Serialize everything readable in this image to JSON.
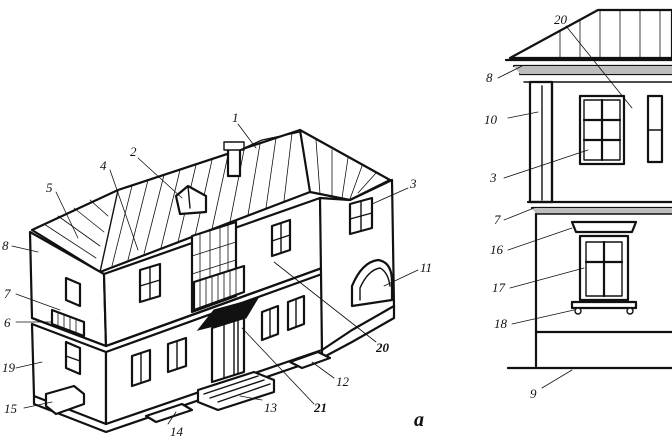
{
  "figure_letter": "а",
  "callouts": {
    "c1": "1",
    "c2": "2",
    "c3": "3",
    "c4": "4",
    "c5": "5",
    "c6": "6",
    "c7": "7",
    "c8": "8",
    "c11": "11",
    "c12": "12",
    "c13": "13",
    "c14": "14",
    "c15": "15",
    "c19": "19",
    "c20": "20",
    "c21": "21"
  },
  "detail_callouts": {
    "c20": "20",
    "c8": "8",
    "c10": "10",
    "c3": "3",
    "c7": "7",
    "c16": "16",
    "c17": "17",
    "c18": "18",
    "c9": "9"
  }
}
